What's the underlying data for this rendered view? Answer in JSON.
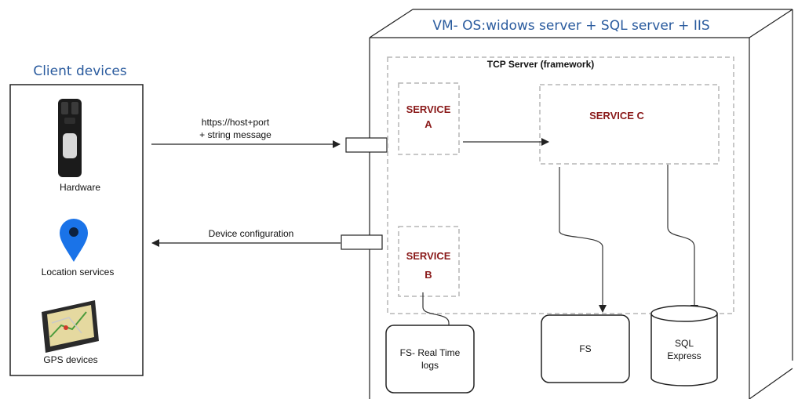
{
  "client_panel": {
    "title": "Client devices",
    "items": [
      {
        "label": "Hardware",
        "icon": "handheld-device-icon"
      },
      {
        "label": "Location services",
        "icon": "location-pin-icon"
      },
      {
        "label": "GPS devices",
        "icon": "gps-navigator-icon"
      }
    ]
  },
  "vm": {
    "title": "VM- OS:widows server + SQL server + IIS",
    "tcp_server_label": "TCP Server  (framework)"
  },
  "services": {
    "a": {
      "line1": "SERVICE",
      "line2": "A"
    },
    "b": {
      "line1": "SERVICE",
      "line2": "B"
    },
    "c": {
      "line1": "SERVICE C"
    }
  },
  "connections": {
    "inbound": {
      "line1": "https://host+port",
      "line2": "+ string message"
    },
    "outbound": {
      "line1": "Device configuration"
    }
  },
  "storage": {
    "fs_logs": {
      "line1": "FS- Real Time",
      "line2": "logs"
    },
    "fs": {
      "line1": "FS"
    },
    "sql": {
      "line1": "SQL",
      "line2": "Express"
    }
  },
  "colors": {
    "service_text": "#8a1a1a",
    "title_text": "#2a5b9e",
    "pin": "#1a73e8",
    "dashed": "#b5b5b5"
  }
}
